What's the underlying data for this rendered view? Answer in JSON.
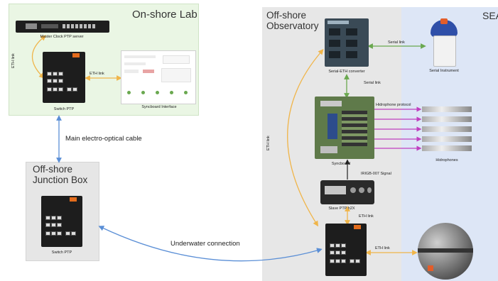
{
  "regions": {
    "onshore_lab": "On-shore Lab",
    "offshore_observatory": "Off-shore\nObservatory",
    "sea": "SEA",
    "offshore_junction_box": "Off-shore\nJunction Box"
  },
  "devices": {
    "master_clock": "Master Clock PTP server",
    "lab_switch": "Switch PTP",
    "syncboard_interface": "Syncboard Interface",
    "jb_switch": "Switch PTP",
    "serial_eth": "Serial-ETH converter",
    "serial_instrument": "Serial Instrument",
    "syncboard": "Syncboard",
    "hydrophones": "Hidrophones",
    "slave_ptp": "Slave PTP h2X"
  },
  "links": {
    "eth_link_lab_vertical": "ETH link",
    "eth_link_lab_horizontal": "ETH link",
    "main_cable": "Main electro-optical cable",
    "underwater": "Underwater connection",
    "serial_link_top": "Serial link",
    "serial_link_mid": "Serial link",
    "hydrophone_protocol": "Hidrophone protocol",
    "irigb": "IRIGB-007 Signal",
    "eth_link_obs_vertical": "ETH link",
    "eth_link_slave": "ETH link",
    "eth_link_sphere": "ETH link"
  },
  "colors": {
    "lab_bg": "#eaf6e4",
    "observatory_bg": "#e7e7e7",
    "sea_bg": "#dde6f6",
    "eth_link": "#f0b54a",
    "serial_link": "#6aa84f",
    "hydrophone_link": "#c03fc0",
    "cable": "#5b8fd6"
  }
}
